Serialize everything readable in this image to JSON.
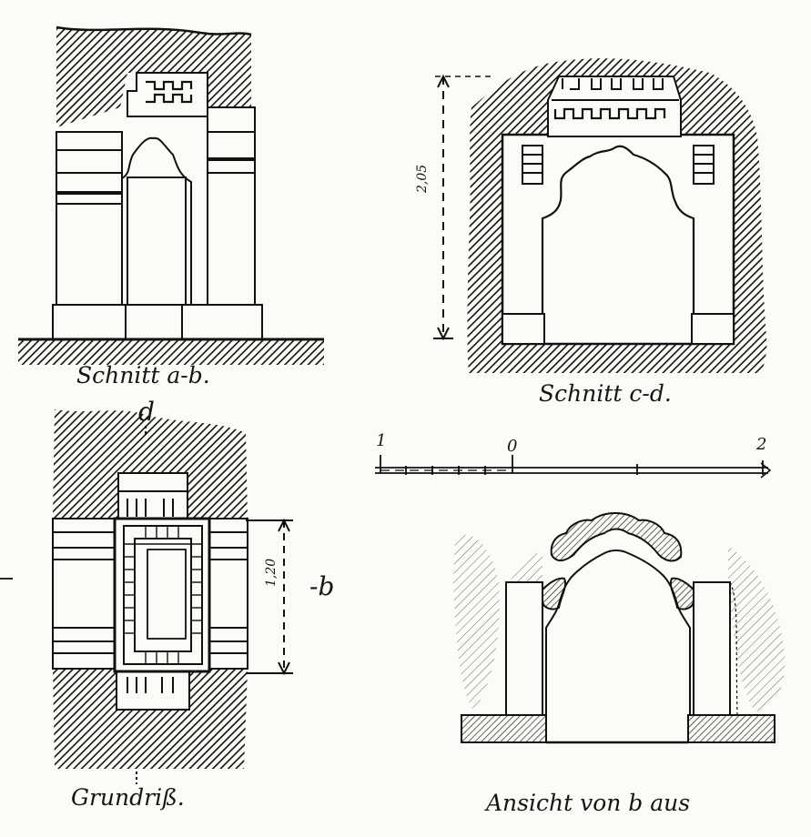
{
  "captions": {
    "section_ab": "Schnitt a-b.",
    "section_cd": "Schnitt c-d.",
    "plan": "Grundriß.",
    "view": "Ansicht von b aus"
  },
  "dimensions": {
    "height": "2,05",
    "width": "1,20"
  },
  "markers": {
    "d": "d",
    "b": "-b"
  },
  "scale": {
    "left": "1",
    "zero": "0",
    "right": "2"
  }
}
